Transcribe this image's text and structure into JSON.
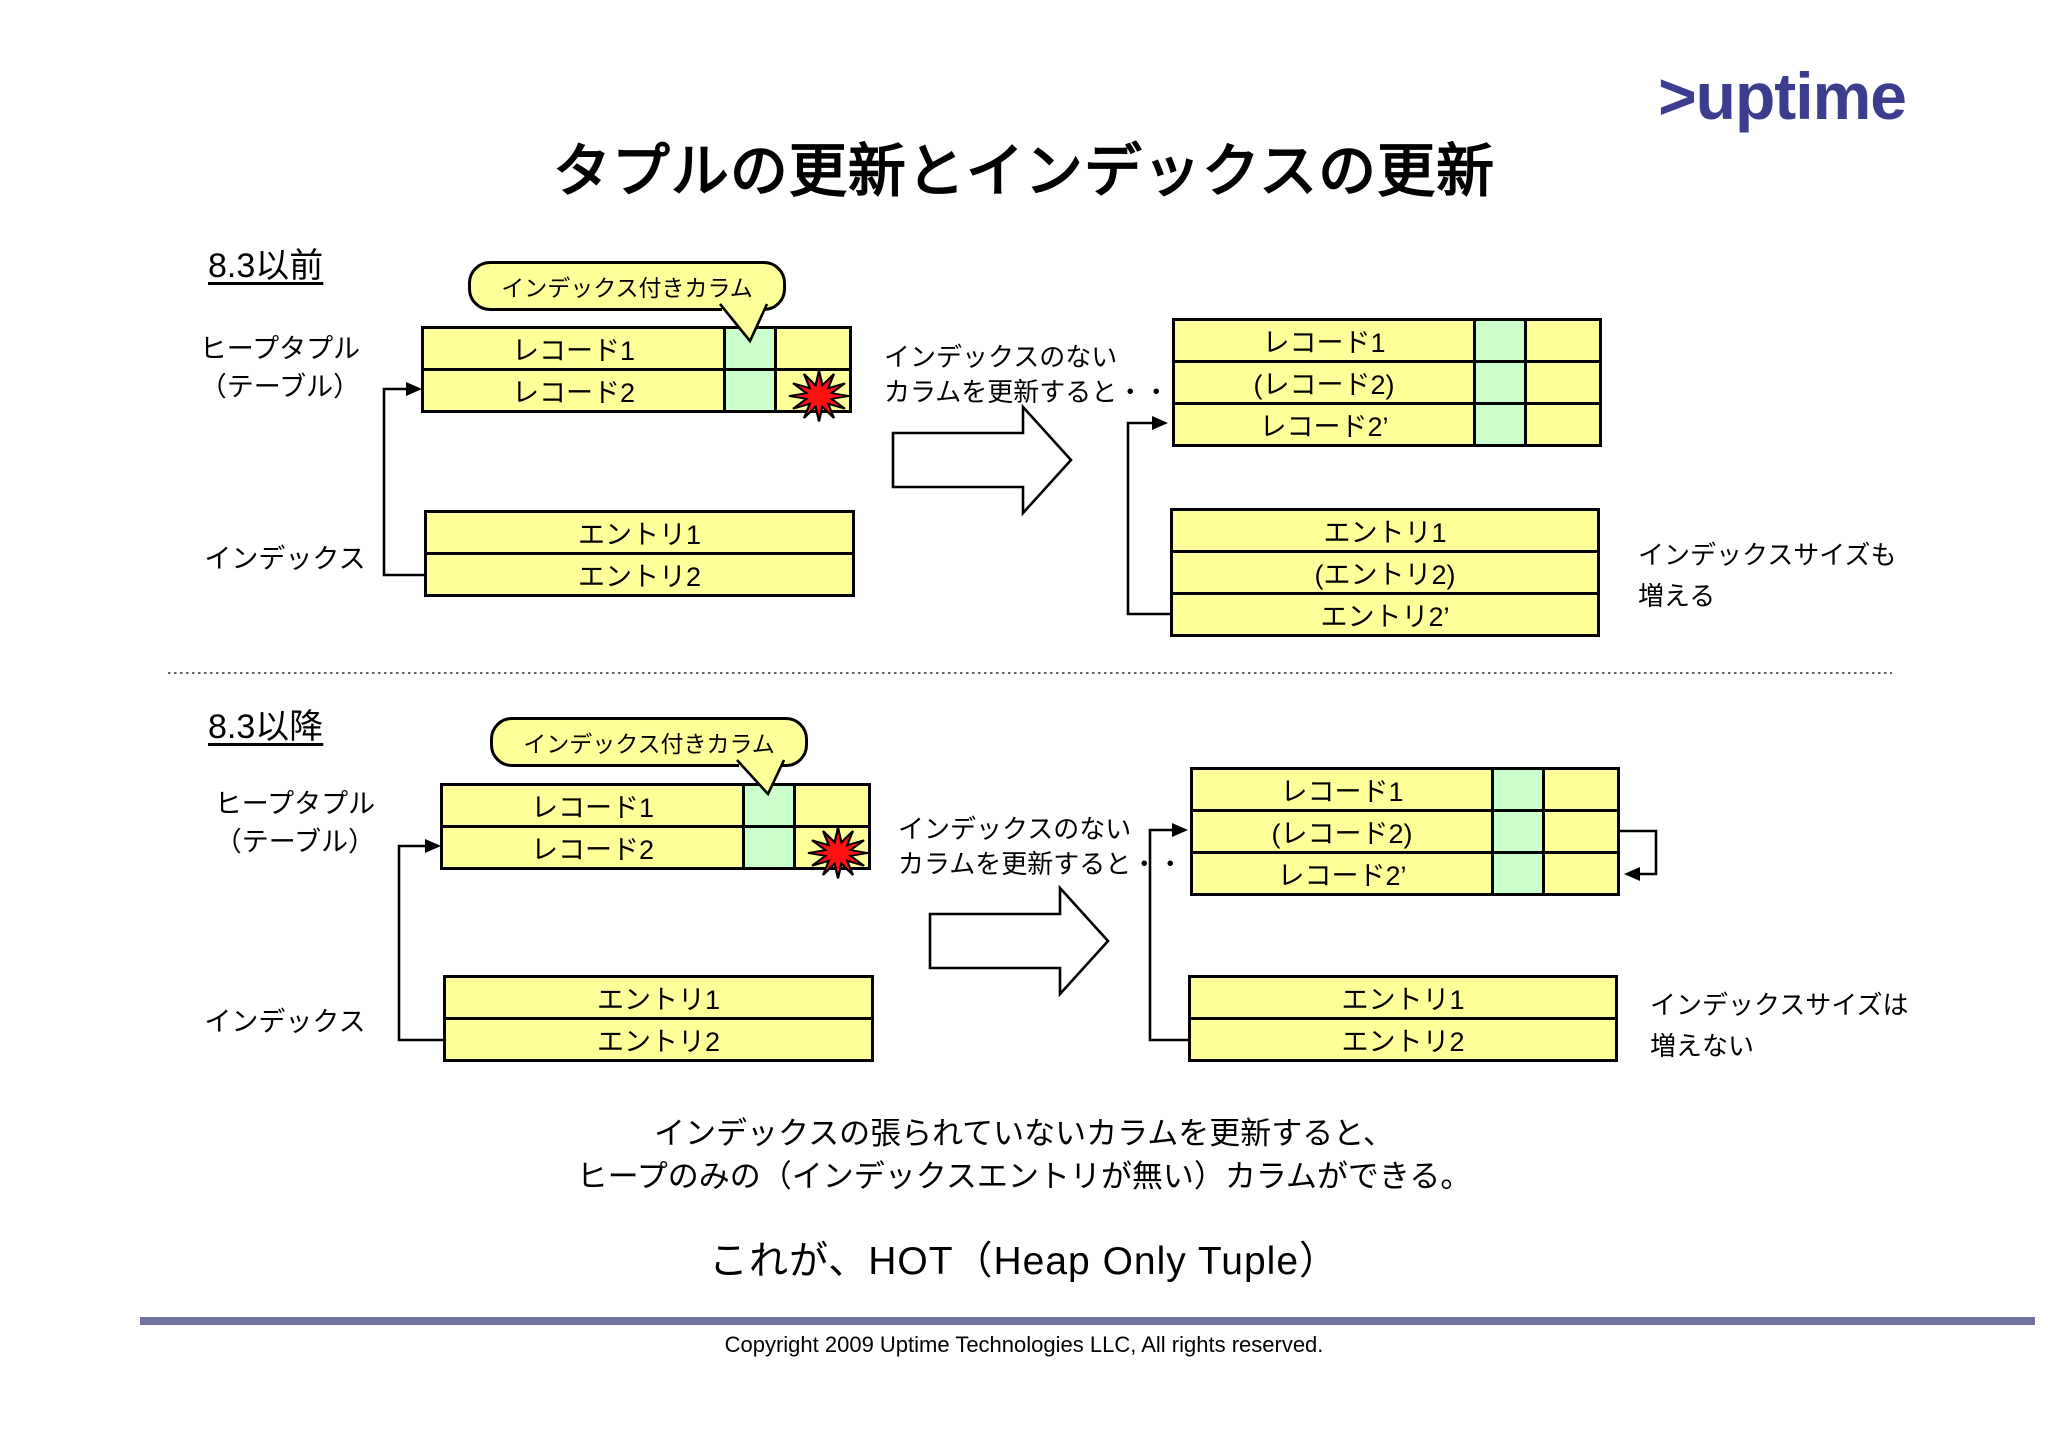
{
  "logo_text": ">uptime",
  "title": "タプルの更新とインデックスの更新",
  "sections": [
    {
      "heading": "8.3以前",
      "callout": "インデックス付きカラム",
      "heap_label": [
        "ヒープタプル",
        "（テーブル）"
      ],
      "index_label": "インデックス",
      "heap_rows": [
        "レコード1",
        "レコード2"
      ],
      "entry_rows": [
        "エントリ1",
        "エントリ2"
      ],
      "update_note": [
        "インデックスのない",
        "カラムを更新すると・・・"
      ],
      "result_heap_rows": [
        "レコード1",
        "(レコード2)",
        "レコード2’"
      ],
      "result_entry_rows": [
        "エントリ1",
        "(エントリ2)",
        "エントリ2’"
      ],
      "size_note": [
        "インデックスサイズも",
        "増える"
      ]
    },
    {
      "heading": "8.3以降",
      "callout": "インデックス付きカラム",
      "heap_label": [
        "ヒープタプル",
        "（テーブル）"
      ],
      "index_label": "インデックス",
      "heap_rows": [
        "レコード1",
        "レコード2"
      ],
      "entry_rows": [
        "エントリ1",
        "エントリ2"
      ],
      "update_note": [
        "インデックスのない",
        "カラムを更新すると・・・"
      ],
      "result_heap_rows": [
        "レコード1",
        "(レコード2)",
        "レコード2’"
      ],
      "result_entry_rows": [
        "エントリ1",
        "エントリ2"
      ],
      "size_note": [
        "インデックスサイズは",
        "増えない"
      ]
    }
  ],
  "summary": [
    "インデックスの張られていないカラムを更新すると、",
    "ヒープのみの（インデックスエントリが無い）カラムができる。"
  ],
  "hot_line": "これが、HOT（Heap Only Tuple）",
  "footer_text": "Copyright 2009 Uptime Technologies LLC, All rights reserved.",
  "colors": {
    "box_yellow": "#ffff99",
    "indexed_green": "#ccffcc",
    "burst_red": "#ff1111",
    "logo_blue": "#3d3d8f",
    "footer_bar": "#72729e"
  }
}
